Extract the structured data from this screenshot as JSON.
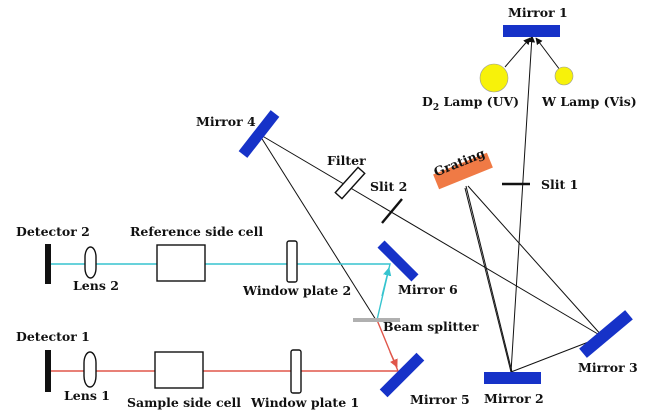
{
  "labels": {
    "mirror1": "Mirror 1",
    "mirror2": "Mirror 2",
    "mirror3": "Mirror 3",
    "mirror4": "Mirror 4",
    "mirror5": "Mirror 5",
    "mirror6": "Mirror 6",
    "d2_lamp_prefix": "D",
    "d2_lamp_sub": "2",
    "d2_lamp_suffix": " Lamp (UV)",
    "w_lamp": "W Lamp (Vis)",
    "filter": "Filter",
    "slit1": "Slit 1",
    "slit2": "Slit 2",
    "grating": "Grating",
    "detector1": "Detector 1",
    "detector2": "Detector 2",
    "lens1": "Lens 1",
    "lens2": "Lens 2",
    "reference_cell": "Reference side cell",
    "sample_cell": "Sample side cell",
    "window_plate1": "Window plate 1",
    "window_plate2": "Window plate 2",
    "beam_splitter": "Beam splitter"
  },
  "colors": {
    "mirror": "#1632c8",
    "lamp": "#f7f20a",
    "grating": "#f07a45",
    "reference_beam": "#36c4cf",
    "sample_beam": "#e0564a",
    "beam_splitter": "#b0b0b0"
  }
}
